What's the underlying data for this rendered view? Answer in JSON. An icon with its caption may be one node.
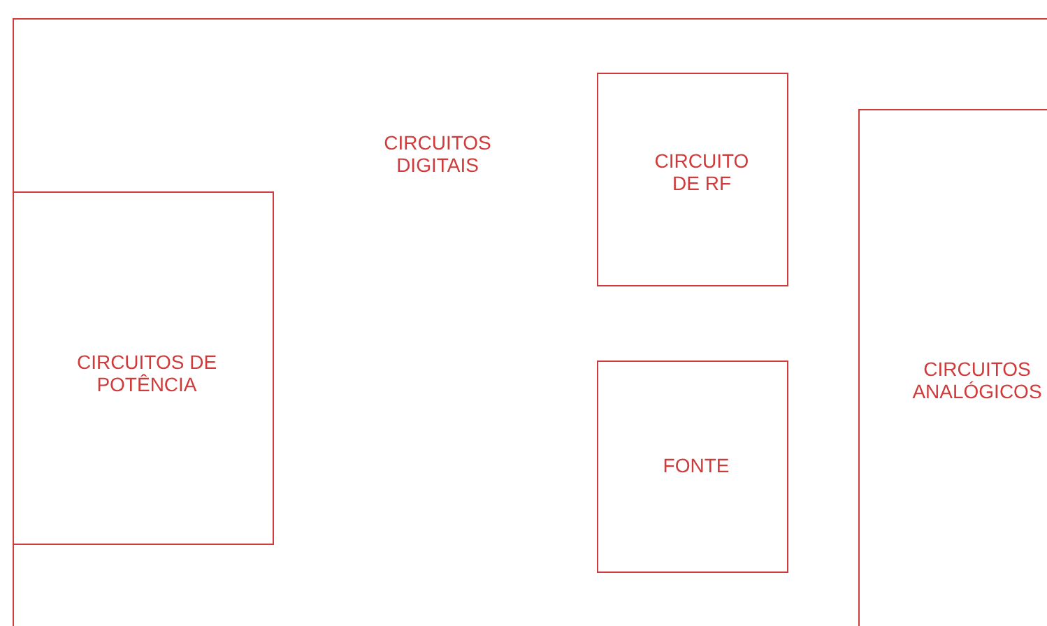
{
  "diagram": {
    "nodes": [
      {
        "text": [
          "CIRCUITOS DIGITAIS"
        ]
      },
      {
        "text": [
          "CIRCUITOS DE POTÊNCIA"
        ],
        "in": 0
      },
      {
        "text": [
          "CIRCUITO DE RF"
        ],
        "in": 0
      },
      {
        "text": [
          "FONTE"
        ],
        "in": 0
      },
      {
        "text": [
          "CIRCUITOS ANALÓGICOS"
        ],
        "in": 0
      }
    ]
  }
}
